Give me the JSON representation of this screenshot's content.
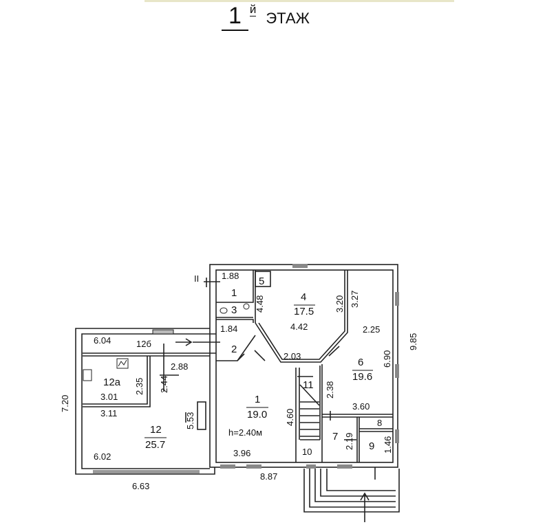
{
  "title": {
    "number": "1",
    "suffix": "й",
    "word": "ЭТАЖ"
  },
  "marker": "II",
  "rooms": {
    "r1_small": {
      "label": "1"
    },
    "r3": {
      "label": "3"
    },
    "r5": {
      "label": "5"
    },
    "r2": {
      "label": "2"
    },
    "r4": {
      "label": "4",
      "area": "17.5"
    },
    "r6": {
      "label": "6",
      "area": "19.6"
    },
    "r1_main": {
      "label": "1",
      "area": "19.0",
      "height": "h=2.40м"
    },
    "r7": {
      "label": "7"
    },
    "r8": {
      "label": "8"
    },
    "r9": {
      "label": "9"
    },
    "r10": {
      "label": "10"
    },
    "r11": {
      "label": "11"
    },
    "r12": {
      "label": "12",
      "area": "25.7"
    },
    "r12a": {
      "label": "12а"
    },
    "r12b": {
      "label": "12б"
    }
  },
  "dims": {
    "d188": "1.88",
    "d184": "1.84",
    "d448": "4.48",
    "d442": "4.42",
    "d320": "3.20",
    "d327": "3.27",
    "d225": "2.25",
    "d690": "6.90",
    "d985": "9.85",
    "d203": "2.03",
    "d238": "2.38",
    "d360": "3.60",
    "d219": "2.19",
    "d146": "1.46",
    "d460": "4.60",
    "d396": "3.96",
    "d887": "8.87",
    "d604": "6.04",
    "d288": "2.88",
    "d235": "2.35",
    "d244": "2.44",
    "d301": "3.01",
    "d311": "3.11",
    "d553": "5.53",
    "d602": "6.02",
    "d663": "6.63",
    "d720": "7.20"
  }
}
